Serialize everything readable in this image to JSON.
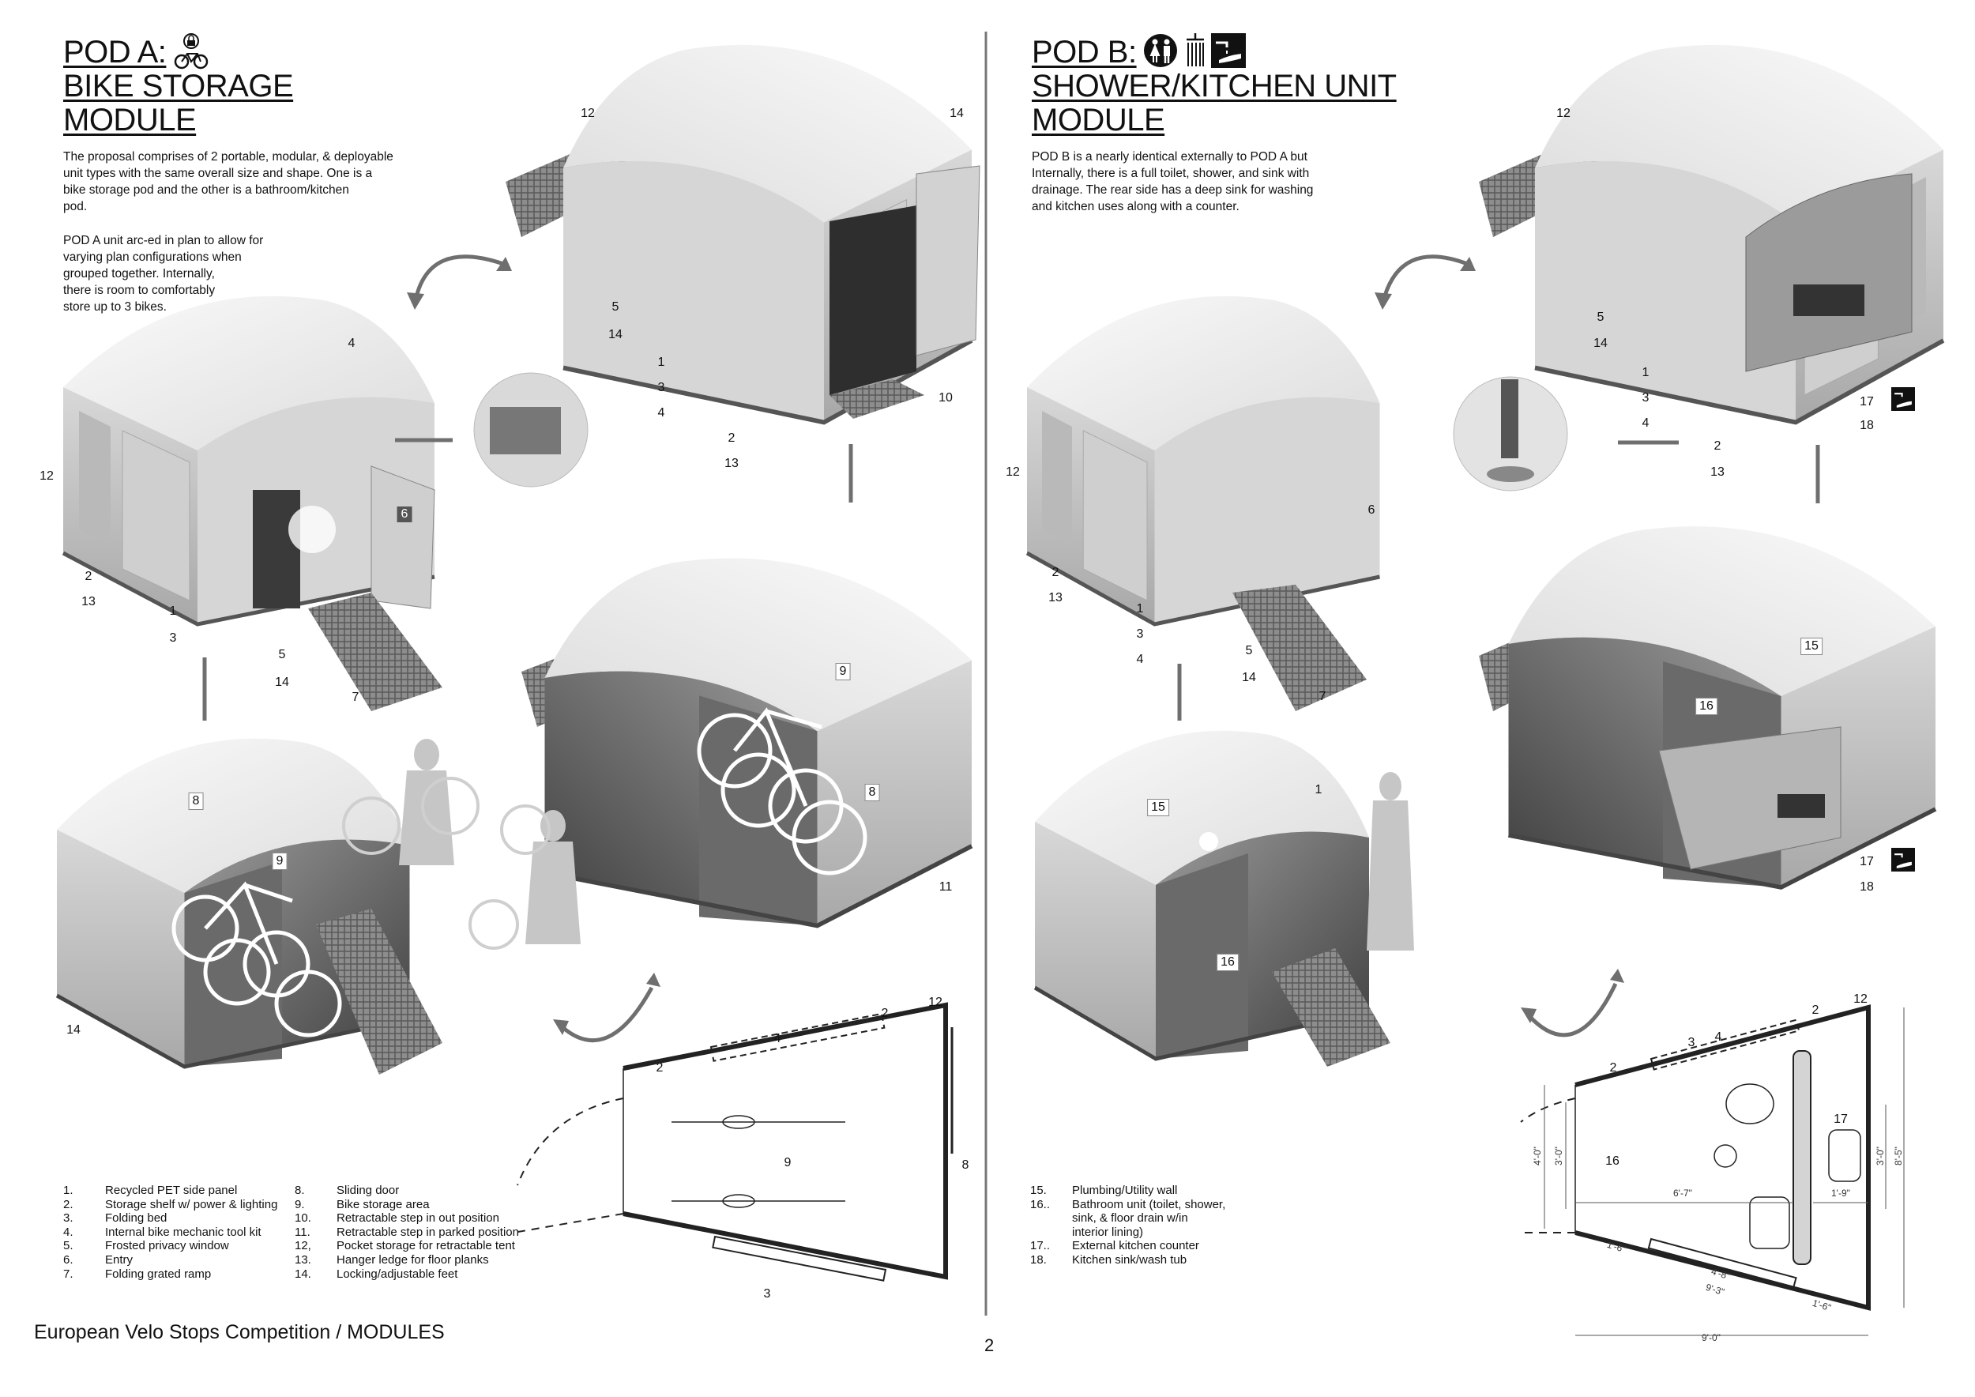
{
  "pod_a": {
    "title_lines": [
      "POD A:",
      "BIKE STORAGE",
      "MODULE"
    ],
    "title_icon": "locked-bike-icon",
    "intro_lines": [
      "The proposal comprises of 2 portable, modular, & deployable",
      "unit types with the same overall size and shape.  One is a",
      "bike storage pod and the other is a bathroom/kitchen",
      "pod."
    ],
    "detail_lines": [
      "POD A unit arc-ed in plan to allow for",
      "varying plan configurations when",
      "grouped together.  Internally,",
      "there is room to comfortably",
      "store up to 3 bikes."
    ],
    "legend": [
      {
        "num": "1.",
        "text": "Recycled PET side panel"
      },
      {
        "num": "2.",
        "text": "Storage shelf w/ power &  lighting"
      },
      {
        "num": "3.",
        "text": "Folding bed"
      },
      {
        "num": "4.",
        "text": "Internal bike mechanic tool kit"
      },
      {
        "num": "5.",
        "text": "Frosted privacy window"
      },
      {
        "num": "6.",
        "text": "Entry"
      },
      {
        "num": "7.",
        "text": "Folding grated ramp"
      },
      {
        "num": "8.",
        "text": "Sliding door"
      },
      {
        "num": "9.",
        "text": "Bike storage area"
      },
      {
        "num": "10.",
        "text": "Retractable step in out position"
      },
      {
        "num": "11.",
        "text": "Retractable step in parked position"
      },
      {
        "num": "12,",
        "text": "Pocket storage for retractable tent"
      },
      {
        "num": "13.",
        "text": "Hanger ledge for floor planks"
      },
      {
        "num": "14.",
        "text": "Locking/adjustable feet"
      }
    ]
  },
  "pod_b": {
    "title_lines": [
      "POD B:",
      "SHOWER/KITCHEN UNIT",
      "MODULE"
    ],
    "title_icons": [
      "restroom-icon",
      "shower-icon",
      "hand-wash-icon"
    ],
    "intro_lines": [
      "POD B is a nearly identical externally to POD A but",
      "Internally, there is a full toilet, shower, and sink with",
      "drainage.  The rear side has a deep sink for washing",
      "and kitchen uses along with a counter."
    ],
    "legend": [
      {
        "num": "15.",
        "text": "Plumbing/Utility wall"
      },
      {
        "num": "16..",
        "text": "Bathroom unit (toilet, shower,"
      },
      {
        "num": "",
        "text": " sink, &  floor drain w/in"
      },
      {
        "num": "",
        "text": "interior lining)"
      },
      {
        "num": "17..",
        "text": "External kitchen counter"
      },
      {
        "num": "18.",
        "text": "Kitchen sink/wash tub"
      }
    ],
    "plan_dimensions": [
      "4'-0\"",
      "3'-0\"",
      "6'-7\"",
      "1'-9\"",
      "3'-0\"",
      "8'-5\"",
      "1'-6\"",
      "4'-8\"",
      "9'-3\"",
      "1'-6\"",
      "9'-0\""
    ]
  },
  "callouts": {
    "pod_a": [
      "4",
      "12",
      "6",
      "2",
      "13",
      "1",
      "3",
      "5",
      "14",
      "7",
      "12",
      "14",
      "5",
      "14",
      "1",
      "3",
      "4",
      "10",
      "2",
      "13",
      "9",
      "8",
      "11",
      "8",
      "9",
      "14",
      "4",
      "2",
      "12",
      "2",
      "9",
      "8",
      "3"
    ],
    "pod_b": [
      "12",
      "5",
      "14",
      "1",
      "3",
      "4",
      "17",
      "18",
      "2",
      "13",
      "12",
      "6",
      "2",
      "13",
      "1",
      "3",
      "4",
      "5",
      "14",
      "7",
      "15",
      "16",
      "17",
      "18",
      "15",
      "1",
      "16",
      "2",
      "3",
      "4",
      "2",
      "12",
      "16",
      "17"
    ]
  },
  "footer": {
    "competition": "European Velo Stops Competition / MODULES",
    "page_number": "2"
  },
  "colors": {
    "ink": "#111111",
    "pod_light": "#eeeeee",
    "pod_mid": "#c9c9c9",
    "pod_dark": "#8a8a8a",
    "arrow": "#6f6f6f"
  }
}
